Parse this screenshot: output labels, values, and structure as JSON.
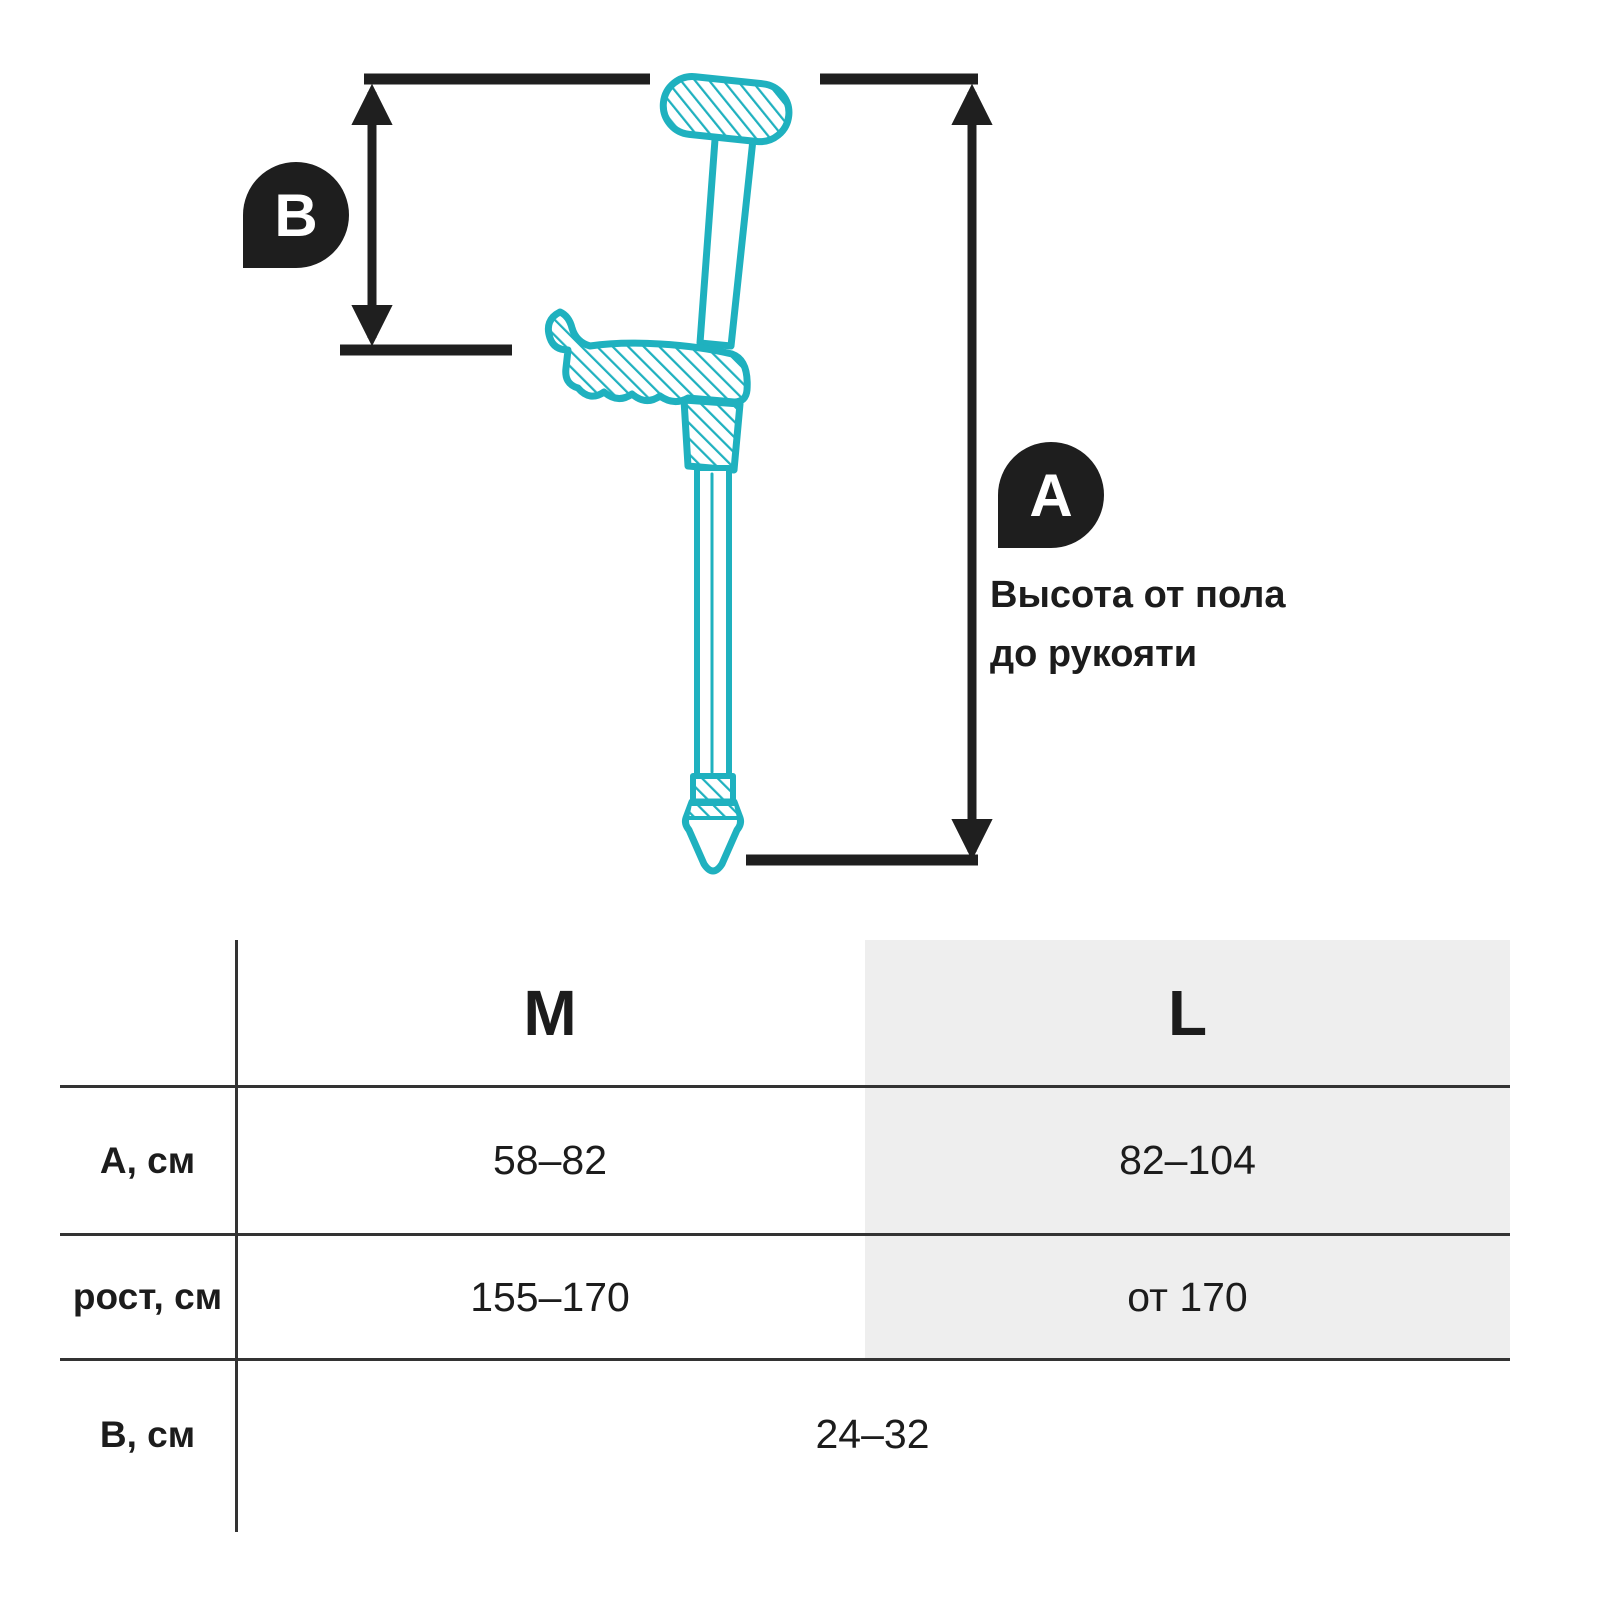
{
  "diagram": {
    "badge_a": "A",
    "badge_b": "B",
    "caption_line1": "Высота от пола",
    "caption_line2": "до рукояти",
    "accent_color": "#1fb1bf",
    "line_color": "#1f1f1f"
  },
  "table": {
    "col_headers": [
      "M",
      "L"
    ],
    "rows": [
      {
        "label": "А, см",
        "m": "58–82",
        "l": "82–104"
      },
      {
        "label": "рост, см",
        "m": "155–170",
        "l": "от 170"
      },
      {
        "label": "В, см",
        "span": "24–32"
      }
    ]
  }
}
